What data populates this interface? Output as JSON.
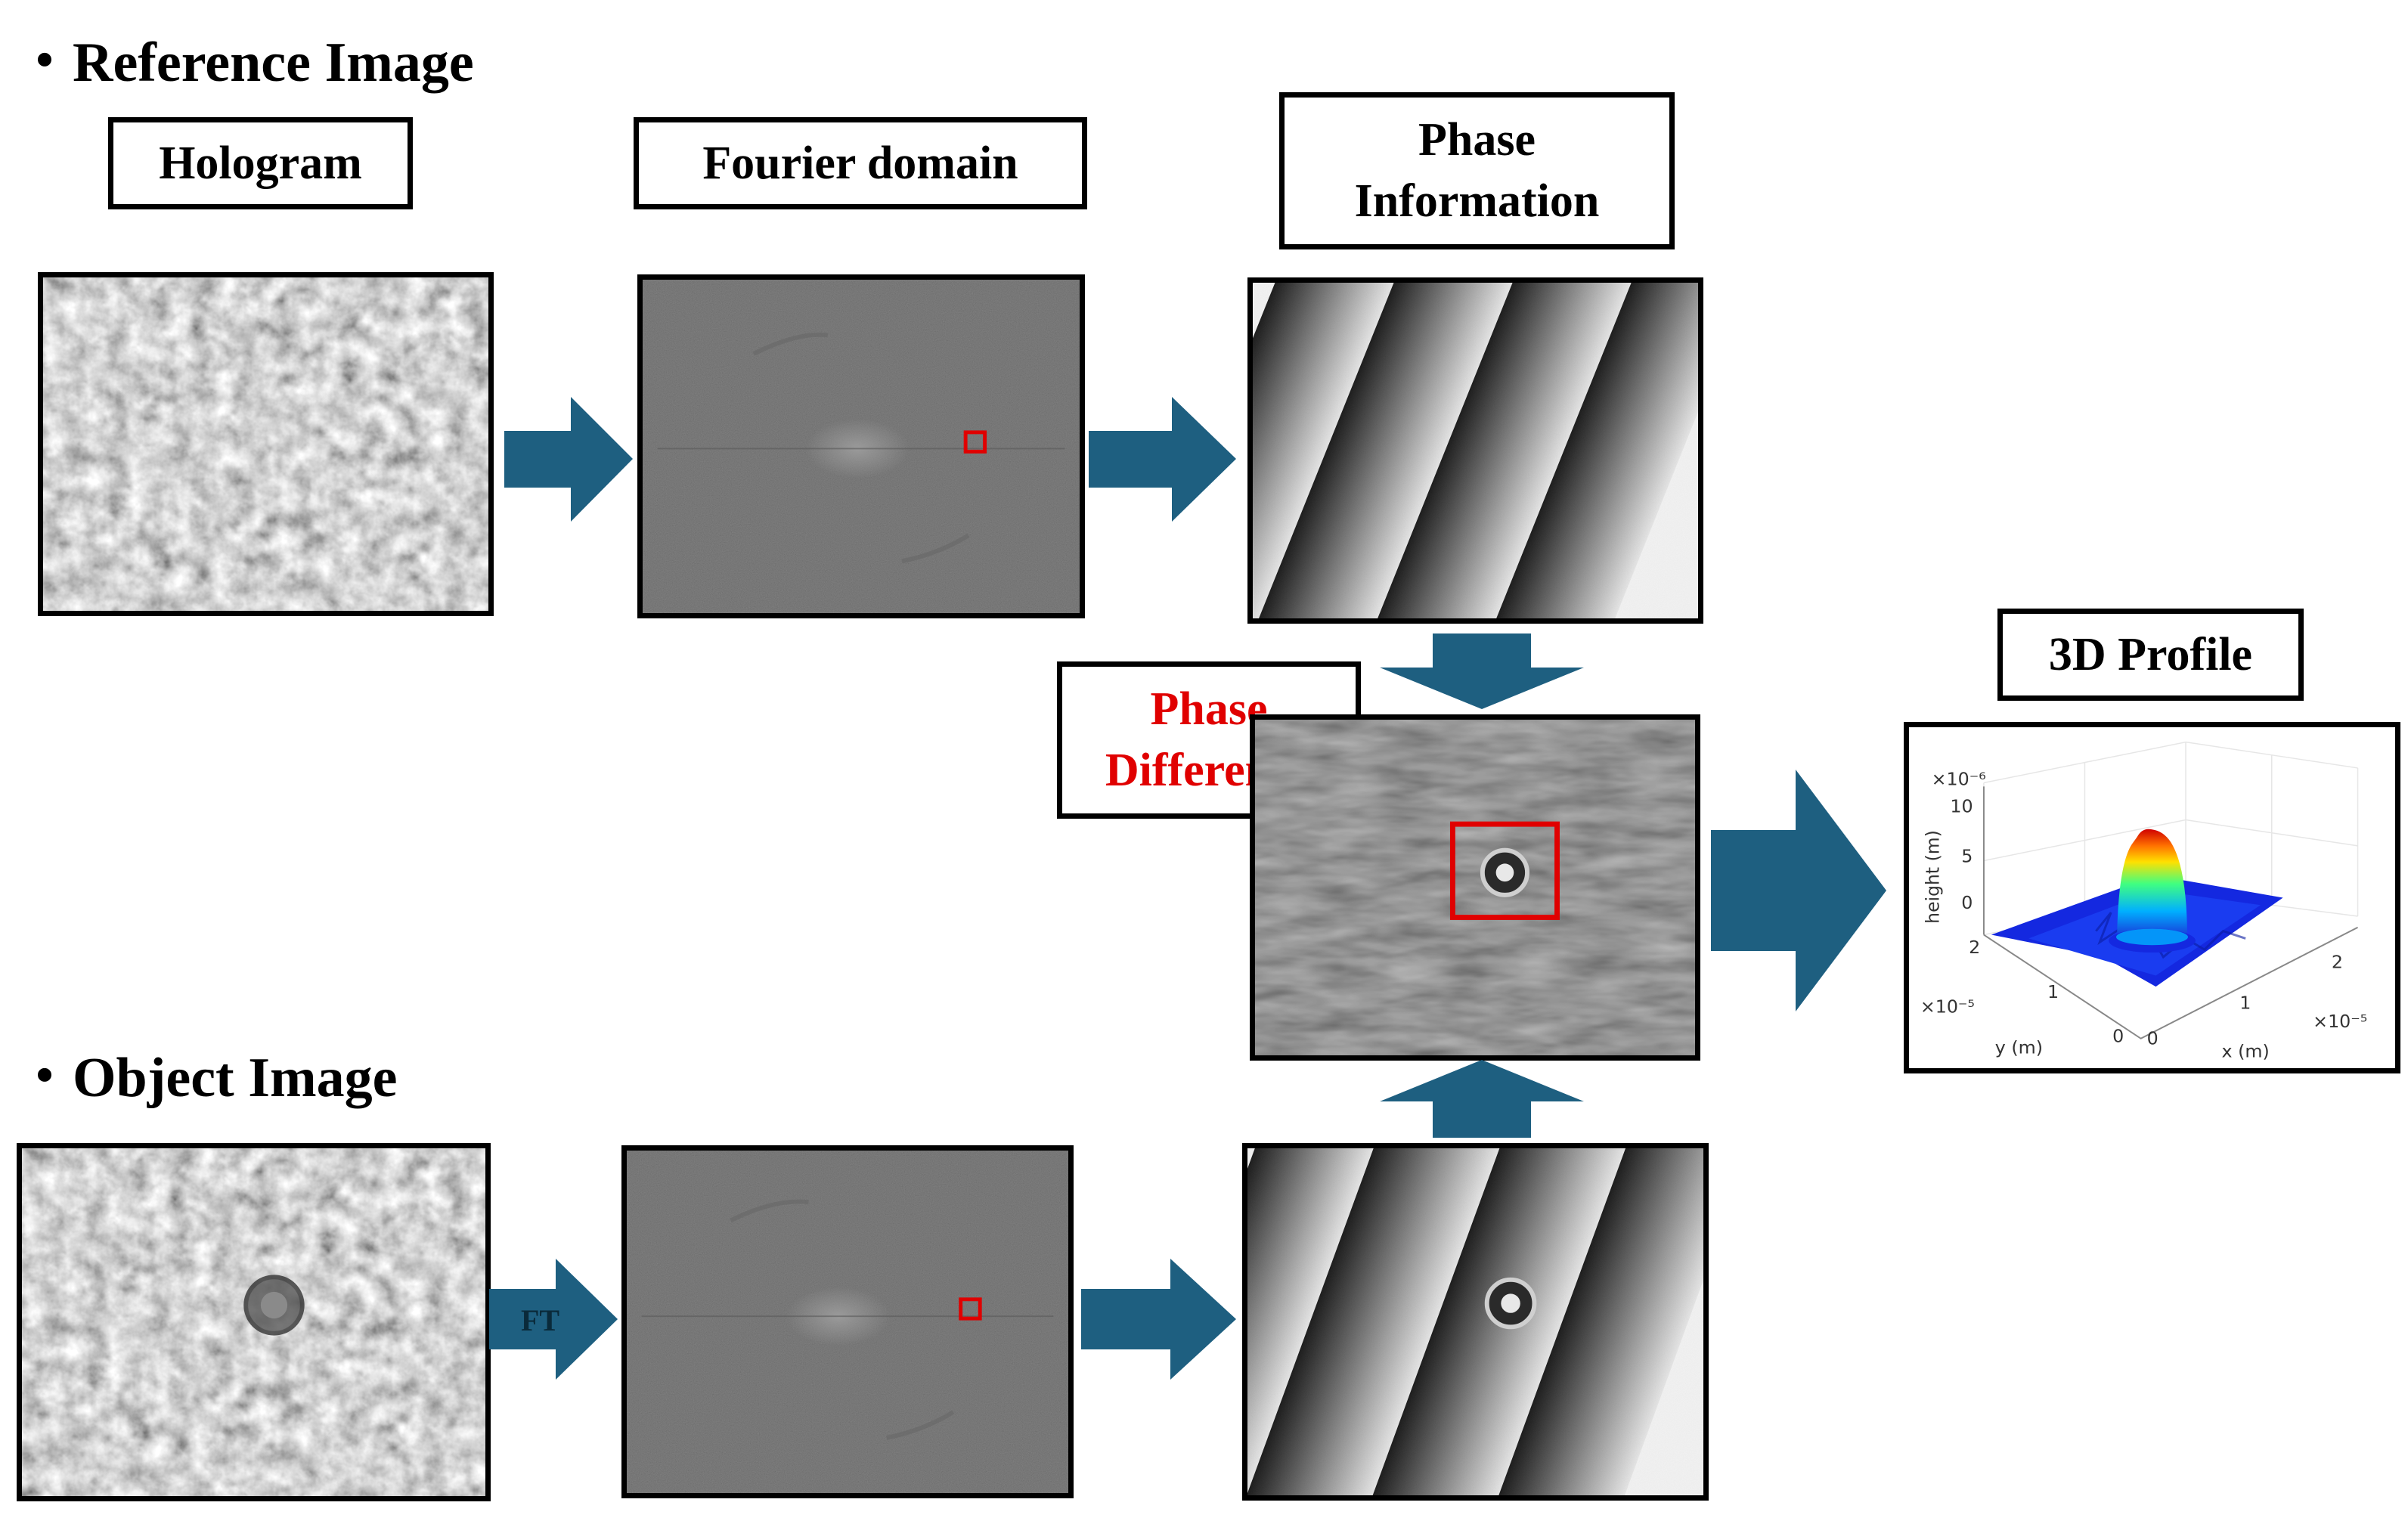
{
  "sections": {
    "reference_title": "・Reference Image",
    "object_title": "・Object Image"
  },
  "labels": {
    "hologram": "Hologram",
    "fourier": "Fourier domain",
    "phase_info": "Phase\nInformation",
    "phase_diff": "Phase\nDifference",
    "profile_3d": "3D Profile"
  },
  "arrows": {
    "ft_label": "FT"
  },
  "plot3d": {
    "z_exponent": "×10⁻⁶",
    "z_ticks": [
      "10",
      "5",
      "0"
    ],
    "z_label": "height (m)",
    "y_ticks": [
      "2",
      "1",
      "0"
    ],
    "y_exponent": "×10⁻⁵",
    "y_label": "y (m)",
    "x_ticks": [
      "0",
      "1",
      "2"
    ],
    "x_exponent": "×10⁻⁵",
    "x_label": "x (m)"
  },
  "colors": {
    "arrow": "#1e5f80",
    "highlight": "#e00000",
    "phase_difference_text": "#e00000"
  }
}
